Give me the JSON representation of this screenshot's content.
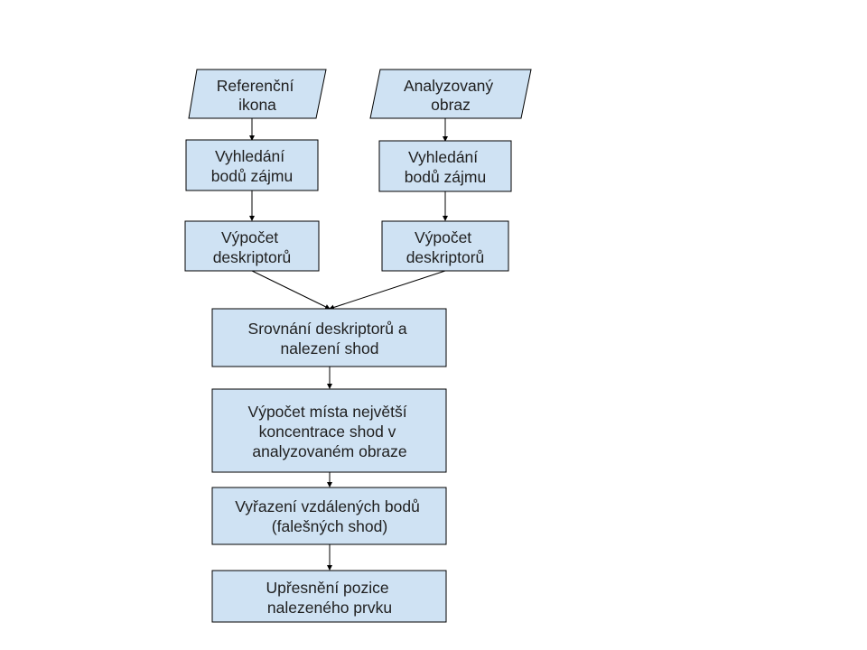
{
  "diagram": {
    "inputs": {
      "reference_icon": [
        "Referenční",
        "ikona"
      ],
      "analyzed_image": [
        "Analyzovaný",
        "obraz"
      ]
    },
    "left_branch": {
      "interest_points": [
        "Vyhledání",
        "bodů zájmu"
      ],
      "descriptors": [
        "Výpočet",
        "deskriptorů"
      ]
    },
    "right_branch": {
      "interest_points": [
        "Vyhledání",
        "bodů zájmu"
      ],
      "descriptors": [
        "Výpočet",
        "deskriptorů"
      ]
    },
    "steps": {
      "matching": [
        "Srovnání deskriptorů a",
        "nalezení shod"
      ],
      "concentration": [
        "Výpočet místa největší",
        "koncentrace shod v",
        "analyzovaném obraze"
      ],
      "outlier_removal": [
        "Vyřazení vzdálených bodů",
        "(falešných shod)"
      ],
      "refinement": [
        "Upřesnění pozice",
        "nalezeného prvku"
      ]
    }
  },
  "colors": {
    "node_fill": "#cfe2f3",
    "node_stroke": "#000000",
    "arrow": "#000000",
    "text": "#1f1f1f"
  }
}
